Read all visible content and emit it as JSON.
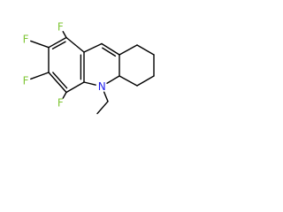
{
  "molecule": {
    "atoms": {
      "f_top": "F",
      "f_upper_left": "F",
      "f_lower_left": "F",
      "f_bottom": "F",
      "nitrogen": "N"
    },
    "colors": {
      "bond": "#000000",
      "fluorine": "#7fc636",
      "nitrogen": "#1f1fee"
    }
  }
}
